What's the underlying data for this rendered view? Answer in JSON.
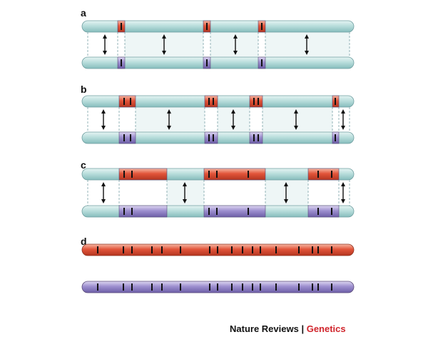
{
  "colors": {
    "chromosome_teal": "#b9dedc",
    "chromosome_stroke": "#6f9ea0",
    "segment_red": "#e2543a",
    "segment_purple": "#9d8fcf",
    "connector_band": "#eef6f6",
    "band_mark": "#111111",
    "credit_journal": "#111111",
    "credit_accent": "#d0242b"
  },
  "panels": [
    {
      "label": "a"
    },
    {
      "label": "b"
    },
    {
      "label": "c"
    },
    {
      "label": "d"
    }
  ],
  "credit": {
    "journal": "Nature Reviews",
    "separator": "|",
    "section": "Genetics"
  }
}
